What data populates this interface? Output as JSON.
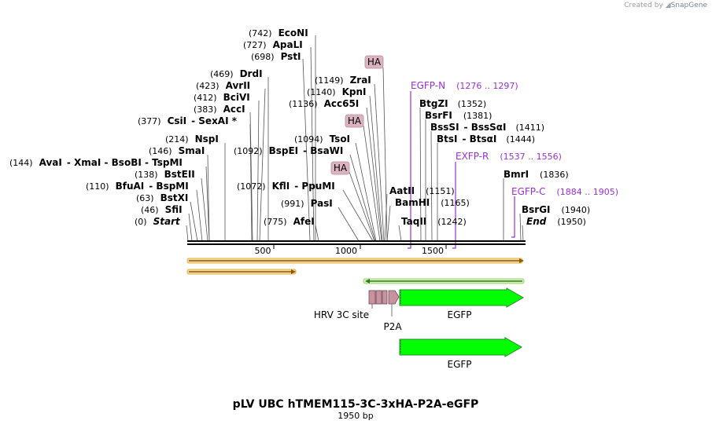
{
  "header": {
    "credit_prefix": "Created by",
    "credit_brand": "SnapGene"
  },
  "map": {
    "title": "pLV UBC hTMEM115-3C-3xHA-P2A-eGFP",
    "length_label": "1950 bp",
    "ruler": [
      "500",
      "1000",
      "1500"
    ],
    "sites": [
      {
        "pos": "(742)",
        "name": "EcoNI"
      },
      {
        "pos": "(727)",
        "name": "ApaLI"
      },
      {
        "pos": "(698)",
        "name": "PstI"
      },
      {
        "pos": "(469)",
        "name": "DrdI"
      },
      {
        "pos": "(423)",
        "name": "AvrII"
      },
      {
        "pos": "(412)",
        "name": "BciVI"
      },
      {
        "pos": "(383)",
        "name": "AccI"
      },
      {
        "pos": "(377)",
        "name": "CsiI",
        "extra": "-  SexAI *"
      },
      {
        "pos": "(214)",
        "name": "NspI"
      },
      {
        "pos": "(146)",
        "name": "SmaI"
      },
      {
        "pos": "(144)",
        "name": "AvaI",
        "extra": "-  XmaI  -  BsoBI  -  TspMI"
      },
      {
        "pos": "(138)",
        "name": "BstEII"
      },
      {
        "pos": "(110)",
        "name": "BfuAI",
        "extra": "-  BspMI"
      },
      {
        "pos": "(63)",
        "name": "BstXI"
      },
      {
        "pos": "(46)",
        "name": "SfiI"
      },
      {
        "pos": "(0)",
        "name": "Start"
      },
      {
        "pos": "(1149)",
        "name": "ZraI"
      },
      {
        "pos": "(1140)",
        "name": "KpnI"
      },
      {
        "pos": "(1136)",
        "name": "Acc65I"
      },
      {
        "pos": "(1094)",
        "name": "TsoI"
      },
      {
        "pos": "(1092)",
        "name": "BspEI",
        "extra": "-  BsaWI"
      },
      {
        "pos": "(1072)",
        "name": "KflI",
        "extra": "-  PpuMI"
      },
      {
        "pos": "(991)",
        "name": "PasI"
      },
      {
        "pos": "(775)",
        "name": "AfeI"
      },
      {
        "pos": "(1352)",
        "name": "BtgZI"
      },
      {
        "pos": "(1381)",
        "name": "BsrFI"
      },
      {
        "pos": "(1411)",
        "name": "BssSI",
        "extra": "-  BssSαI"
      },
      {
        "pos": "(1444)",
        "name": "BtsI",
        "extra": "-  BtsαI"
      },
      {
        "pos": "(1151)",
        "name": "AatII"
      },
      {
        "pos": "(1165)",
        "name": "BamHI"
      },
      {
        "pos": "(1242)",
        "name": "TaqII"
      },
      {
        "pos": "(1836)",
        "name": "BmrI"
      },
      {
        "pos": "(1940)",
        "name": "BsrGI"
      },
      {
        "pos": "(1950)",
        "name": "End"
      }
    ],
    "primers": [
      {
        "name": "EGFP-N",
        "range": "(1276 .. 1297)"
      },
      {
        "name": "EXFP-R",
        "range": "(1537 .. 1556)"
      },
      {
        "name": "EGFP-C",
        "range": "(1884 .. 1905)"
      }
    ],
    "tags": [
      "HA",
      "HA",
      "HA"
    ],
    "features": {
      "hrv": "HRV 3C site",
      "p2a": "P2A",
      "egfp1": "EGFP",
      "egfp2": "EGFP"
    }
  }
}
